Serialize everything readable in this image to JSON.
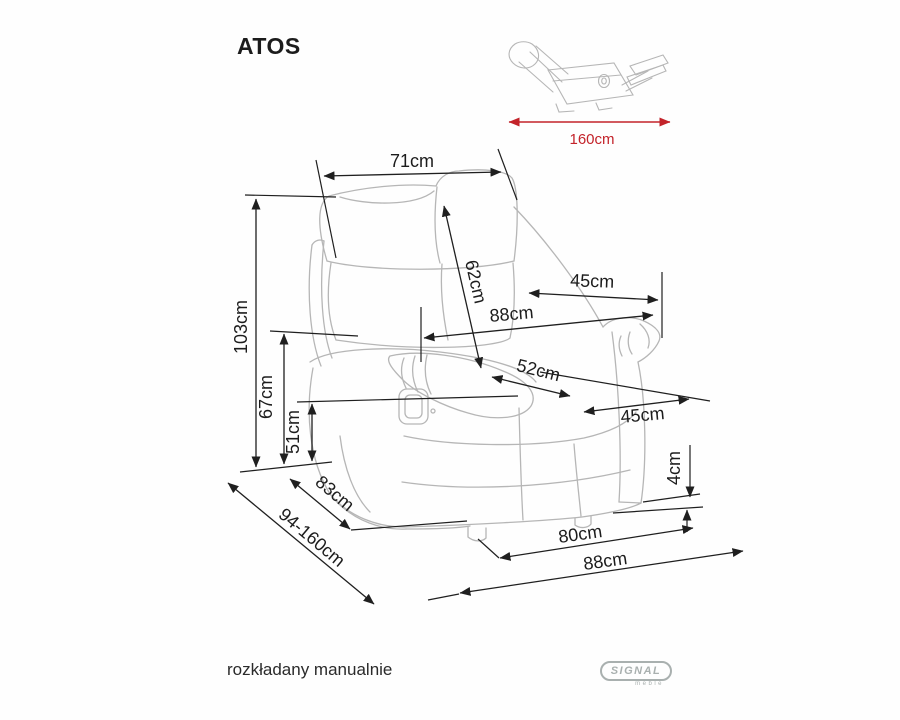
{
  "page": {
    "title": "ATOS",
    "note": "rozkładany manualnie"
  },
  "logo": {
    "brand": "SIGNAL",
    "sub": "meble"
  },
  "inset": {
    "depth_reclined": "160cm",
    "arrow_color": "#c3232a"
  },
  "colors": {
    "dimension_lines": "#1f1f1f",
    "chair_outline": "#b6b6b6",
    "accent_red": "#c3232a",
    "logo_gray": "#a9b0af"
  },
  "dimensions": {
    "headrest_width": "71cm",
    "backrest_length": "62cm",
    "back_to_front_top": "45cm",
    "total_width": "88cm",
    "seat_width": "52cm",
    "seat_depth": "45cm",
    "total_height": "103cm",
    "armrest_height": "67cm",
    "seat_height": "51cm",
    "side_depth": "83cm",
    "depth_range": "94-160cm",
    "feet_height": "4cm",
    "base_width": "80cm",
    "base_depth": "88cm"
  }
}
